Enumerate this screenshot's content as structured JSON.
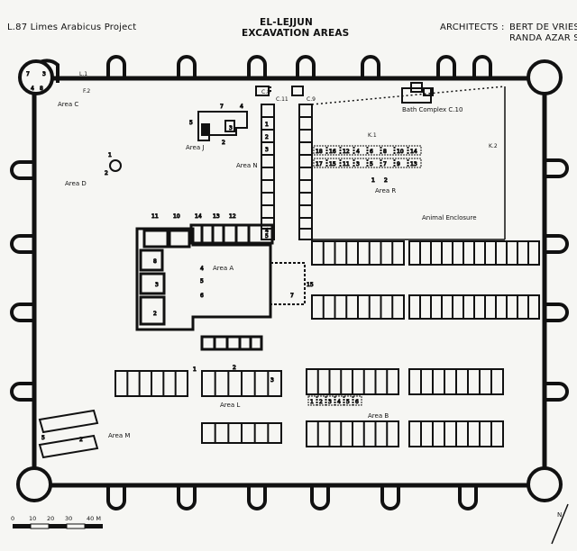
{
  "header": {
    "project": "L.87  Limes Arabicus Project",
    "site": "EL-LEJJUN",
    "subtitle": "EXCAVATION AREAS",
    "architects_label": "ARCHITECTS :",
    "architect_1": "BERT DE VRIES",
    "architect_2": "RANDA AZAR S."
  },
  "areas": {
    "a": "Area A",
    "b": "Area B",
    "c": "Area C",
    "d": "Area D",
    "j": "Area J",
    "l": "Area L",
    "m": "Area M",
    "n": "Area N",
    "r": "Area R"
  },
  "labels": {
    "bath": "Bath Complex  C.10",
    "animal": "Animal  Enclosure",
    "c8": "C.8",
    "c9": "C.9",
    "c11": "C.11",
    "k1": "K.1",
    "k2": "K.2",
    "l1": "L.1",
    "f2": "F.2"
  },
  "scale": {
    "t0": "0",
    "t10": "10",
    "t20": "20",
    "t30": "30",
    "t40": "40 M"
  },
  "r_numbers": {
    "row1": [
      "18",
      "16",
      "12",
      "4",
      "6",
      "8",
      "10",
      "14"
    ],
    "row2": [
      "17",
      "15",
      "11",
      "3",
      "5",
      "7",
      "9",
      "13"
    ]
  },
  "b_numbers": [
    "1",
    "2",
    "3",
    "4",
    "5",
    "6"
  ],
  "a_numbers": {
    "top": [
      "11",
      "10",
      "14",
      "13",
      "12"
    ],
    "side": [
      "8",
      "3",
      "2",
      "4",
      "5",
      "6",
      "7",
      "15"
    ]
  },
  "j_numbers": [
    "7",
    "4",
    "5",
    "1",
    "3",
    "2"
  ],
  "misc_numbers": {
    "tower_nw": [
      "7",
      "3",
      "4",
      "8"
    ],
    "n_rooms": [
      "1",
      "2",
      "3",
      "4",
      "5"
    ],
    "d_pit": [
      "1",
      "2"
    ],
    "r_small": [
      "1",
      "2"
    ],
    "l_small": [
      "1",
      "2",
      "3"
    ],
    "m_small": [
      "5",
      "2"
    ],
    "north": "N"
  }
}
